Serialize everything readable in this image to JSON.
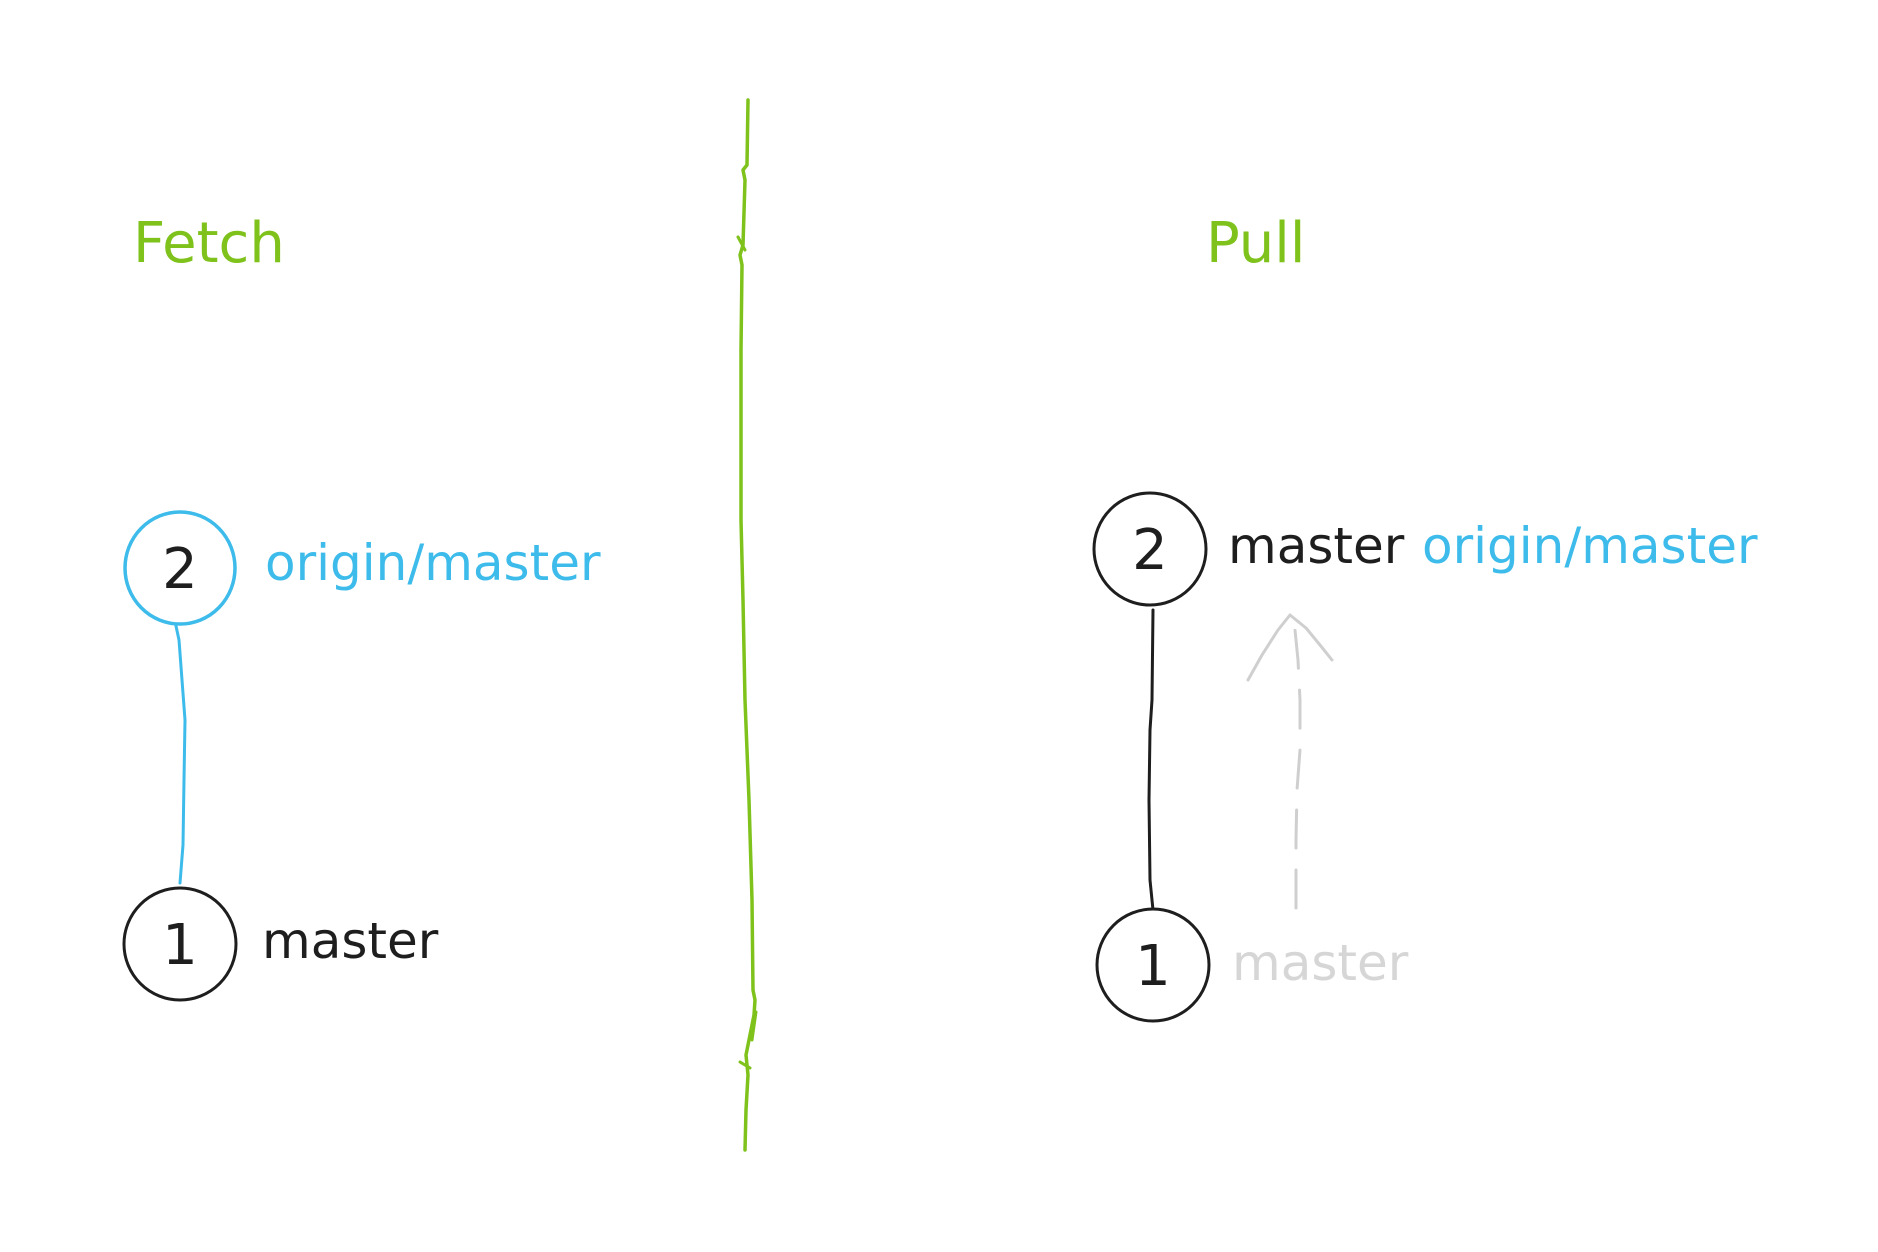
{
  "colors": {
    "accent_green": "#7ec21b",
    "remote_blue": "#3dbbea",
    "ink_black": "#1e1e1e",
    "faded_gray": "#d6d6d6",
    "background": "#ffffff"
  },
  "fetch": {
    "title": "Fetch",
    "commit_2": {
      "number": "2",
      "labels": [
        {
          "text": "origin/master",
          "color": "remote_blue"
        }
      ]
    },
    "commit_1": {
      "number": "1",
      "labels": [
        {
          "text": "master",
          "color": "ink_black"
        }
      ]
    }
  },
  "pull": {
    "title": "Pull",
    "commit_2": {
      "number": "2",
      "labels": [
        {
          "text": "master",
          "color": "ink_black"
        },
        {
          "text": "origin/master",
          "color": "remote_blue"
        }
      ]
    },
    "commit_1": {
      "number": "1",
      "labels": [
        {
          "text": "master",
          "color": "faded_gray"
        }
      ]
    },
    "moved_arrow_icon": "dashed-up-arrow-icon"
  }
}
